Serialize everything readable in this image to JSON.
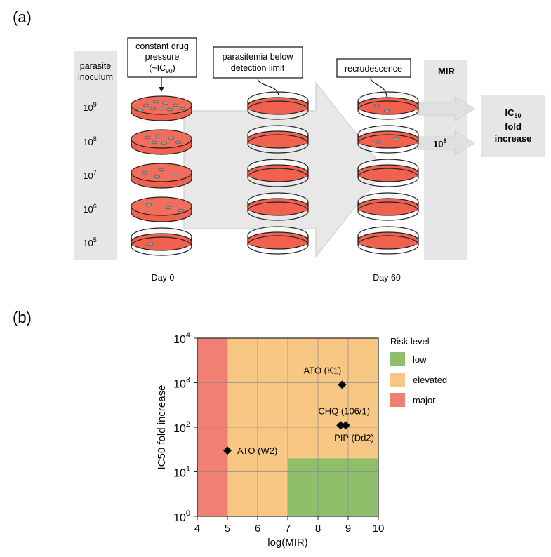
{
  "panel_a": {
    "label": "(a)",
    "inoculum_title": "parasite\ninoculum",
    "inoculum_levels": [
      {
        "base": "10",
        "exp": "9"
      },
      {
        "base": "10",
        "exp": "8"
      },
      {
        "base": "10",
        "exp": "7"
      },
      {
        "base": "10",
        "exp": "6"
      },
      {
        "base": "10",
        "exp": "5"
      }
    ],
    "callout_drug": {
      "line1": "constant drug",
      "line2": "pressure",
      "line3_prefix": "(~IC",
      "line3_sub": "90",
      "line3_suffix": ")"
    },
    "callout_below": {
      "line1": "parasitemia below",
      "line2": "detection limit"
    },
    "callout_recrud": {
      "text": "recrudescence"
    },
    "mir_title": "MIR",
    "mir_value": {
      "base": "10",
      "exp": "8"
    },
    "ic50_box": {
      "prefix": "IC",
      "sub": "50",
      "line2": "fold",
      "line3": "increase"
    },
    "day0": "Day 0",
    "day60": "Day 60",
    "colors": {
      "dish_fill": "#f0624f",
      "panel_gray": "#e6e6e6",
      "arrow_gray": "#d9d9d9"
    }
  },
  "panel_b": {
    "label": "(b)",
    "legend_title": "Risk level",
    "legend": [
      {
        "label": "low",
        "color": "#8fbf6a"
      },
      {
        "label": "elevated",
        "color": "#f9c784"
      },
      {
        "label": "major",
        "color": "#f27f74"
      }
    ]
  },
  "chart_data": {
    "type": "scatter",
    "xlabel": "log(MIR)",
    "ylabel": "IC50 fold increase",
    "xlim": [
      4,
      10
    ],
    "ylim": [
      1,
      10000
    ],
    "yscale": "log",
    "grid": true,
    "xticks": [
      "4",
      "5",
      "6",
      "7",
      "8",
      "9",
      "10"
    ],
    "yticks": [
      {
        "base": "10",
        "exp": "0"
      },
      {
        "base": "10",
        "exp": "1"
      },
      {
        "base": "10",
        "exp": "2"
      },
      {
        "base": "10",
        "exp": "3"
      },
      {
        "base": "10",
        "exp": "4"
      }
    ],
    "regions": [
      {
        "level": "major",
        "x": [
          4,
          5
        ],
        "y": [
          1,
          10000
        ]
      },
      {
        "level": "elevated",
        "x": [
          5,
          10
        ],
        "y": [
          1,
          10000
        ]
      },
      {
        "level": "low",
        "x": [
          7,
          10
        ],
        "y": [
          1,
          20
        ]
      }
    ],
    "points": [
      {
        "label": "ATO (W2)",
        "x": 5.0,
        "y": 30
      },
      {
        "label": "ATO (K1)",
        "x": 8.8,
        "y": 900
      },
      {
        "label": "CHQ (106/1)",
        "x": 8.75,
        "y": 110
      },
      {
        "label": "PIP (Dd2)",
        "x": 8.92,
        "y": 110
      }
    ]
  }
}
